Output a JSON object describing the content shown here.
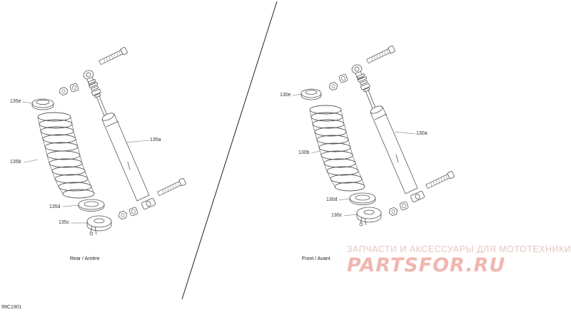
{
  "labels": {
    "rear": {
      "cap": "135e",
      "spring": "135b",
      "shock": "135a",
      "seat": "135d",
      "collar": "135c"
    },
    "front": {
      "cap": "130e",
      "spring": "130b",
      "shock": "130a",
      "seat": "130d",
      "collar": "130c"
    }
  },
  "views": {
    "rear": "Rear / Arrière",
    "front": "Front / Avant"
  },
  "watermark": {
    "text": "ЗАПЧАСТИ И АКСЕССУАРЫ ДЛЯ МОТОТЕХНИКИ",
    "logo": "PARTSFOR.RU"
  },
  "diagram_code": "99C1901",
  "colors": {
    "line": "#555555",
    "watermark": "#f0b7b0"
  }
}
